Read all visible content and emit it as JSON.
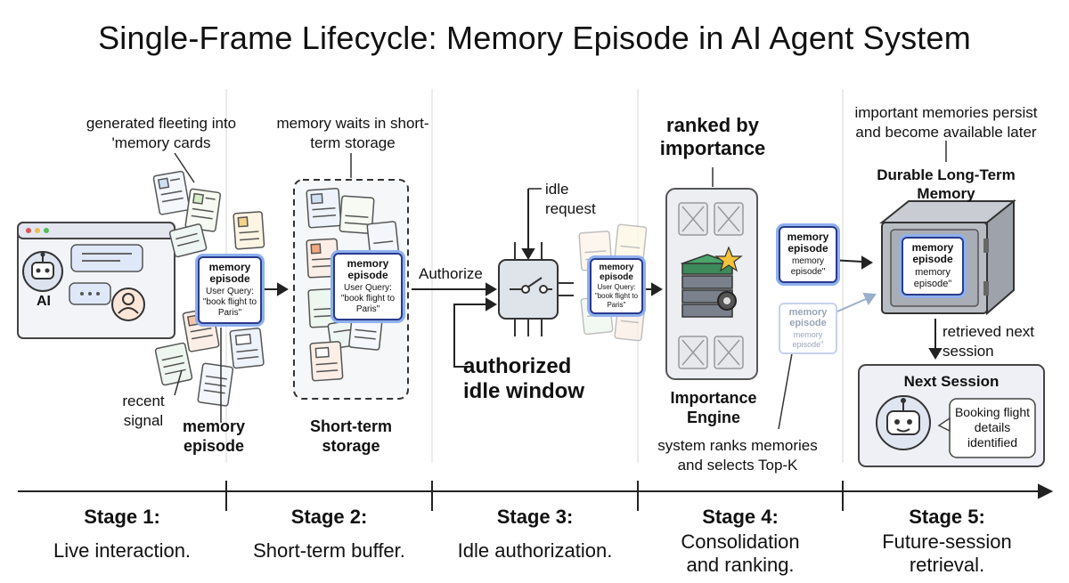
{
  "title": "Single-Frame Lifecycle: Memory Episode in AI Agent System",
  "stage1": {
    "note_top": "generated fleeting into 'memory cards",
    "ai_label": "AI",
    "card_title": "memory episode",
    "card_text": "User Query: \"book flight to Paris\"",
    "note_bottom": "recent signal",
    "label": "memory episode"
  },
  "stage2": {
    "note_top": "memory waits in short-term storage",
    "card_title": "memory episode",
    "card_text": "User Query: \"book flight to Paris\"",
    "label": "Short-term storage"
  },
  "stage3": {
    "arrow_label": "Authorize",
    "note_top": "idle request",
    "card_title": "memory episode",
    "card_text": "User Query: \"book flight to Paris\"",
    "label": "authorized idle window"
  },
  "stage4": {
    "heading": "ranked by importance",
    "engine_label": "Importance Engine",
    "card_title": "memory episode",
    "card_text": "memory episode\"",
    "faded_title": "memory episode",
    "faded_text": "memory episode\"",
    "note_bottom": "system ranks memories and selects Top-K"
  },
  "stage5": {
    "note_top": "important memories persist and become available later",
    "heading": "Durable Long-Term Memory",
    "card_title": "memory episode",
    "card_text": "memory episode\"",
    "retrieved": "retrieved next session",
    "next_title": "Next Session",
    "next_text": "Booking flight details identified"
  },
  "timeline": [
    {
      "title": "Stage 1:",
      "desc": "Live interaction."
    },
    {
      "title": "Stage 2:",
      "desc": "Short-term buffer."
    },
    {
      "title": "Stage 3:",
      "desc": "Idle authorization."
    },
    {
      "title": "Stage 4:",
      "desc": "Consolidation and ranking."
    },
    {
      "title": "Stage 5:",
      "desc": "Future-session retrieval."
    }
  ],
  "colors": {
    "card_border": "#2a3a8a",
    "card_glow": "#8fb0ee",
    "panel": "#eef0f5",
    "green": "#4aa56a",
    "star": "#f2c23a"
  }
}
